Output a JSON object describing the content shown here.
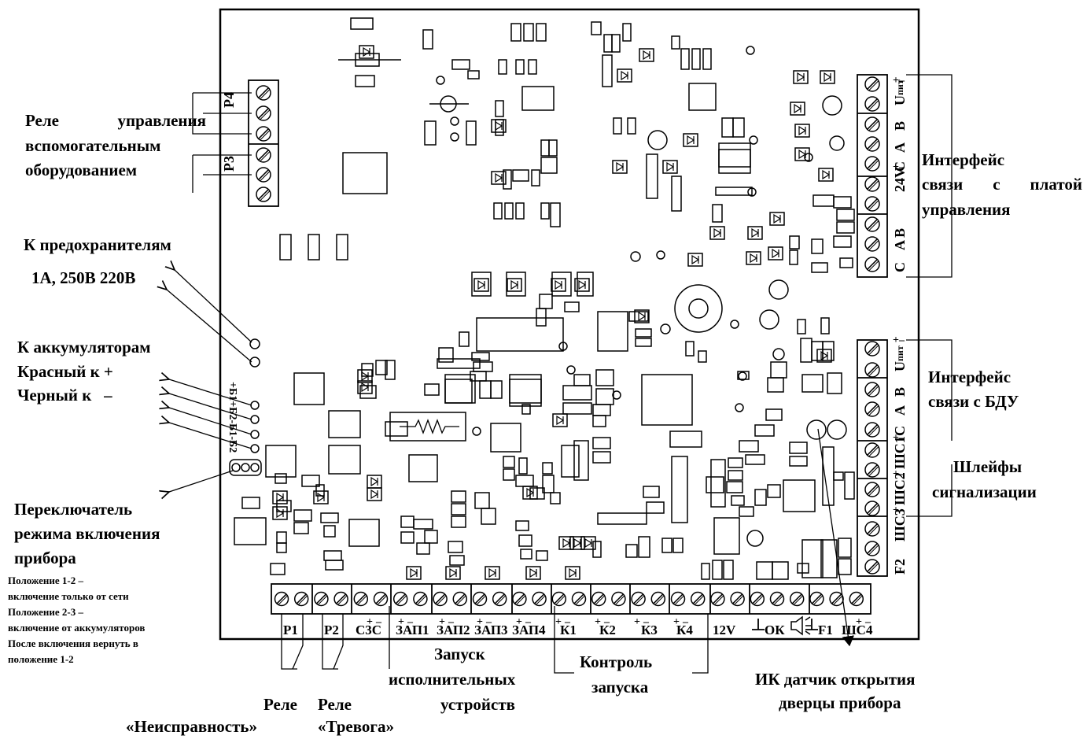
{
  "labels": {
    "relay_aux_1": [
      "Реле",
      "управления"
    ],
    "relay_aux_2": "вспомогательным",
    "relay_aux_3": "оборудованием",
    "fuses_1": "К предохранителям",
    "fuses_2": "1А, 250В 220В",
    "batt_1": "К аккумуляторам",
    "batt_2": "Красный к +",
    "batt_3": "Черный к   –",
    "switch_1": "Переключатель",
    "switch_2": "режима включения",
    "switch_3": "прибора",
    "pos_1": "Положение 1-2 –",
    "pos_2": "включение только от сети",
    "pos_3": "Положение 2-3 –",
    "pos_4": "включение от аккумуляторов",
    "pos_5": "После включения вернуть в",
    "pos_6": "положение 1-2",
    "iface_ctrl_1": "Интерфейс",
    "iface_ctrl_2": [
      "связи",
      "с",
      "платой"
    ],
    "iface_ctrl_3": "управления",
    "iface_bdu_1": "Интерфейс",
    "iface_bdu_2": "связи с БДУ",
    "loops_1": "Шлейфы",
    "loops_2": "сигнализации",
    "launch_1": "Запуск",
    "launch_2": "исполнительных",
    "launch_3": "устройств",
    "control_1": "Контроль",
    "control_2": "запуска",
    "ir_1": "ИК датчик открытия",
    "ir_2": "дверцы прибора",
    "relay_fault_1": "Реле",
    "relay_fault_2": "«Неисправность»",
    "relay_alarm_1": "Реле",
    "relay_alarm_2": "«Тревога»"
  },
  "board": {
    "relay_p4": "Р4",
    "relay_p3": "Р3",
    "right_top": [
      {
        "text": "U",
        "sub": "пит",
        "pol": "+–"
      },
      {
        "text": "В"
      },
      {
        "text": "А"
      },
      {
        "text": "С"
      },
      {
        "text": "24V",
        "pol": "+–"
      },
      {
        "text": "В"
      },
      {
        "text": "А"
      },
      {
        "text": "С"
      }
    ],
    "right_mid": [
      {
        "text": "U",
        "sub": "пит",
        "pol": "+–"
      },
      {
        "text": "В"
      },
      {
        "text": "А"
      },
      {
        "text": "С"
      },
      {
        "text": "ШС1",
        "pol": "+–"
      },
      {
        "text": "ШС2",
        "pol": "+–"
      },
      {
        "text": "ШС3",
        "pol": "+–"
      },
      {
        "text": "F2"
      }
    ],
    "bottom": [
      "Р1",
      "Р2",
      "С3С",
      "ЗАП1",
      "ЗАП2",
      "ЗАП3",
      "ЗАП4",
      "К1",
      "К2",
      "К3",
      "К4",
      "12V",
      "ОК",
      "F1",
      "ШС4"
    ],
    "battery_pins": "+Б1+Б2-Б1-Б2"
  },
  "icons": [
    "terminal-screw-icon",
    "diode-icon",
    "resistor-icon",
    "speaker-icon",
    "ground-icon",
    "arrow-icon"
  ]
}
